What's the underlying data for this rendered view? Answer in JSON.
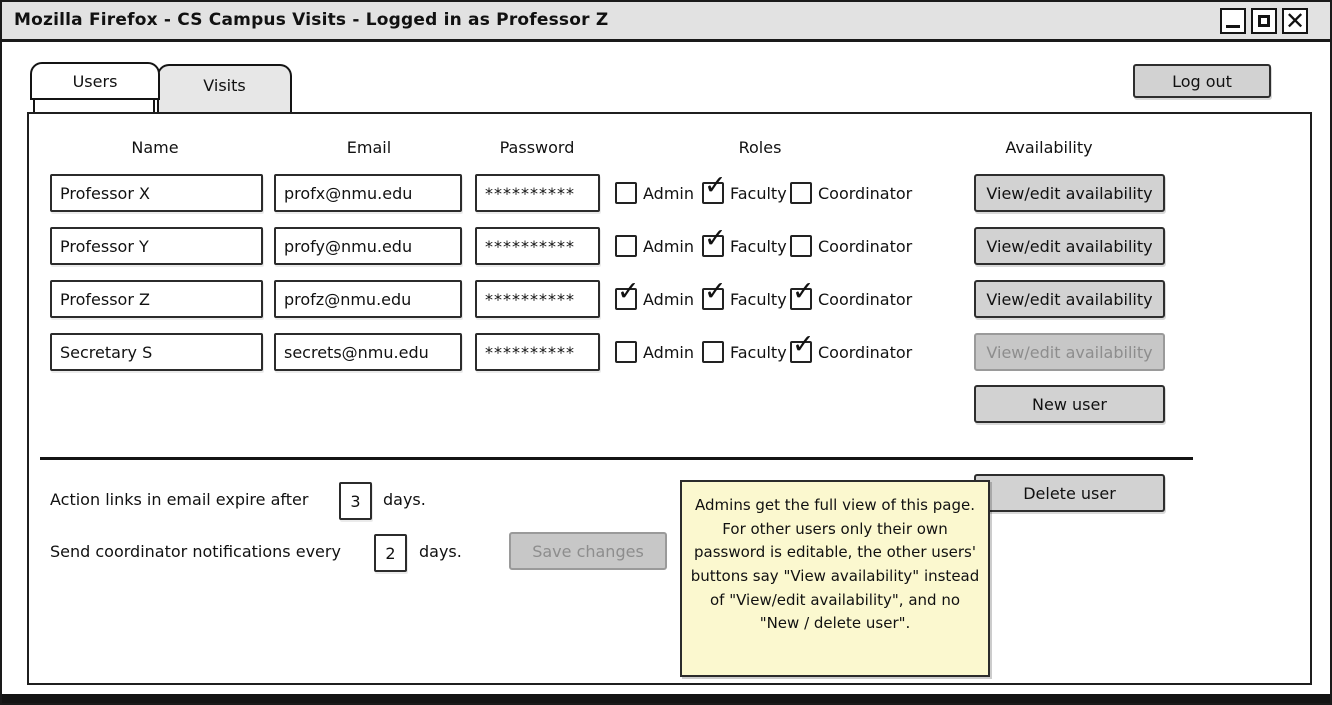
{
  "window": {
    "title": "Mozilla Firefox - CS Campus Visits - Logged in as Professor Z",
    "controls": [
      "minimize",
      "maximize",
      "close"
    ]
  },
  "icons": {
    "close": "✕",
    "checkmark": "✓"
  },
  "tabs": [
    {
      "label": "Users",
      "active": true
    },
    {
      "label": "Visits",
      "active": false
    }
  ],
  "logout_label": "Log out",
  "table": {
    "headers": {
      "name": "Name",
      "email": "Email",
      "password": "Password",
      "roles": "Roles",
      "availability": "Availability"
    },
    "role_labels": [
      "Admin",
      "Faculty",
      "Coordinator"
    ],
    "rows": [
      {
        "name": "Professor X",
        "email": "profx@nmu.edu",
        "password": "**********",
        "admin": false,
        "faculty": true,
        "coordinator": false,
        "availability_label": "View/edit availability",
        "availability_enabled": true
      },
      {
        "name": "Professor Y",
        "email": "profy@nmu.edu",
        "password": "**********",
        "admin": false,
        "faculty": true,
        "coordinator": false,
        "availability_label": "View/edit availability",
        "availability_enabled": true
      },
      {
        "name": "Professor Z",
        "email": "profz@nmu.edu",
        "password": "**********",
        "admin": true,
        "faculty": true,
        "coordinator": true,
        "availability_label": "View/edit availability",
        "availability_enabled": true
      },
      {
        "name": "Secretary S",
        "email": "secrets@nmu.edu",
        "password": "**********",
        "admin": false,
        "faculty": false,
        "coordinator": true,
        "availability_label": "View/edit availability",
        "availability_enabled": false
      }
    ]
  },
  "buttons": {
    "new_user": "New user",
    "delete_user": "Delete user",
    "save_changes": "Save changes"
  },
  "settings": [
    {
      "prefix": "Action links in email expire after",
      "value": "3",
      "suffix": "days."
    },
    {
      "prefix": "Send coordinator notifications every",
      "value": "2",
      "suffix": "days."
    }
  ],
  "note": {
    "text": "Admins get the full view of this page. For other users only their own password is editable, the other users' buttons say \"View availability\" instead of \"View/edit availability\", and no \"New / delete user\"."
  },
  "colors": {
    "titlebar_bg": "#e2e2e2",
    "tab_inactive_bg": "#e7e7e7",
    "button_bg": "#d2d2d2",
    "button_disabled_bg": "#c7c7c7",
    "button_disabled_text": "#8d8d8d",
    "note_bg": "#fbf8cf",
    "border_dark": "#1a1a1a"
  }
}
